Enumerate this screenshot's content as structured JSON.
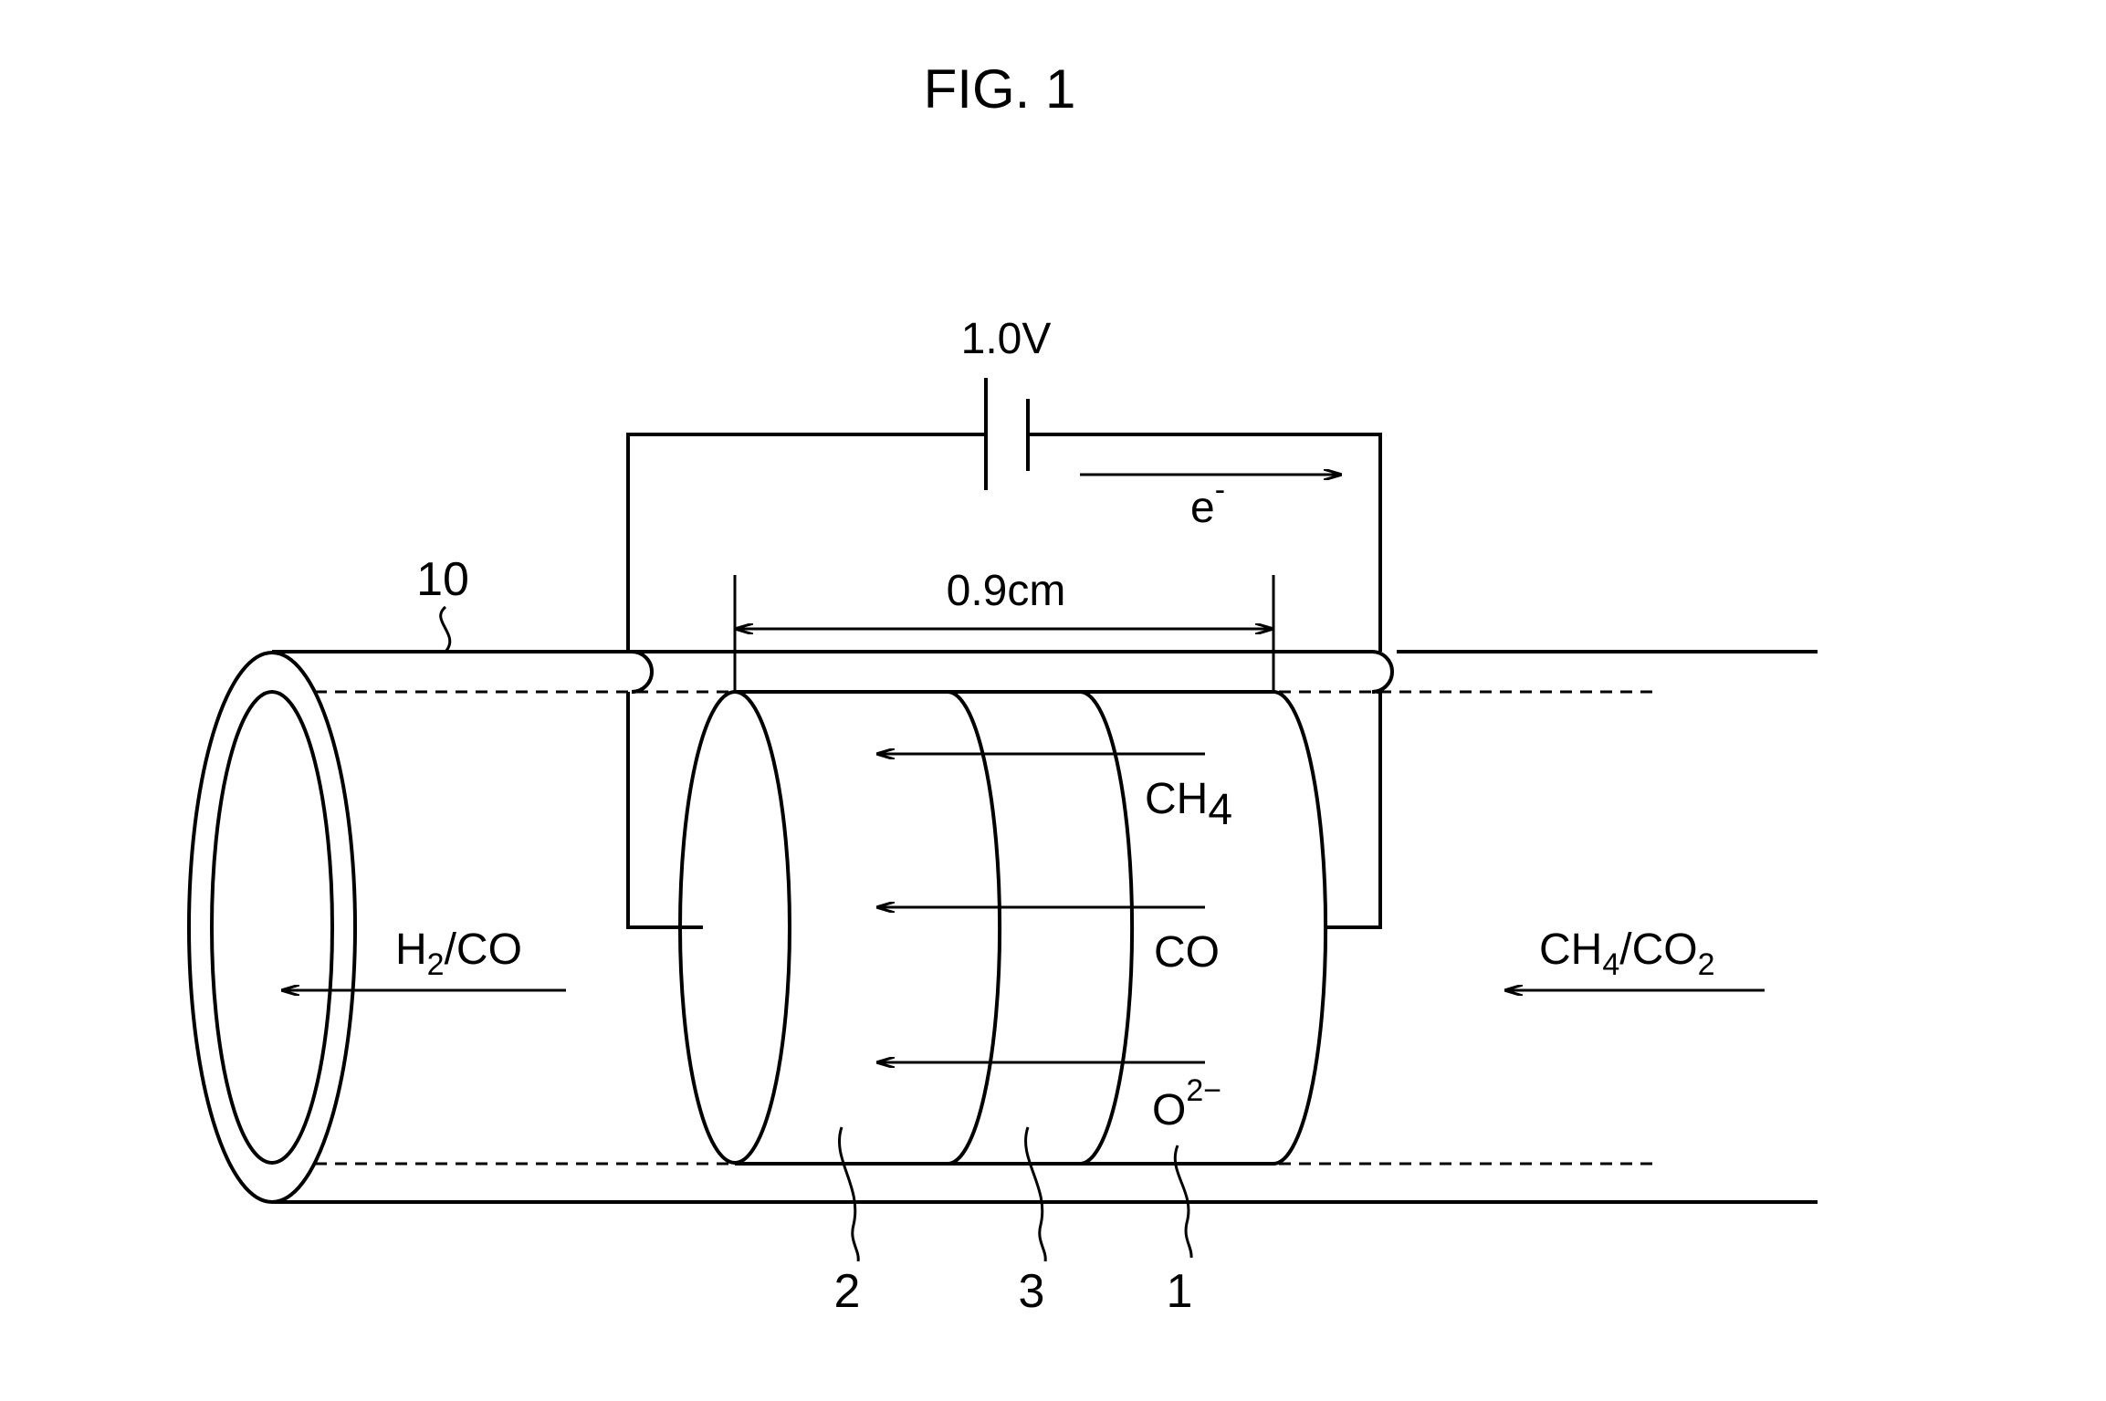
{
  "figure": {
    "title": "FIG. 1",
    "voltage_label": "1.0V",
    "electron_label": "e",
    "electron_superscript": "-",
    "length_label": "0.9cm",
    "reference_numerals": {
      "tube": "10",
      "electrode_left": "2",
      "electrolyte": "3",
      "electrode_right": "1"
    },
    "species": {
      "ch4_base": "CH",
      "ch4_sub": "4",
      "co": "CO",
      "oxide_base": "O",
      "oxide_sup": "2−"
    },
    "outlet": {
      "h": "H",
      "sub": "2",
      "rest": "/CO"
    },
    "inlet": {
      "ch": "CH",
      "sub1": "4",
      "mid": "/CO",
      "sub2": "2"
    }
  }
}
